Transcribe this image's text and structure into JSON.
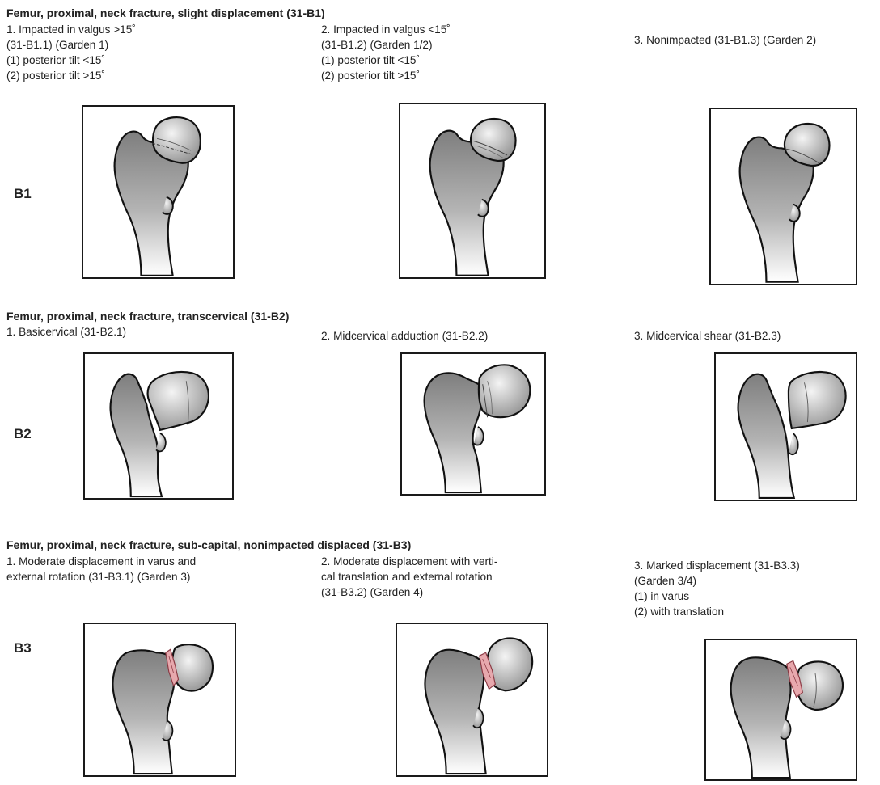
{
  "sections": [
    {
      "title": "Femur, proximal, neck fracture, slight displacement (31-B1)",
      "label": "B1",
      "items": [
        {
          "lines": [
            "1. Impacted in valgus >15˚",
            "(31-B1.1) (Garden 1)",
            "(1) posterior tilt <15˚",
            "(2) posterior tilt >15˚"
          ]
        },
        {
          "lines": [
            "2. Impacted in valgus <15˚",
            "(31-B1.2) (Garden 1/2)",
            "(1) posterior tilt <15˚",
            "(2) posterior tilt >15˚"
          ]
        },
        {
          "lines": [
            "3. Nonimpacted (31-B1.3) (Garden 2)"
          ]
        }
      ]
    },
    {
      "title": "Femur, proximal, neck fracture, transcervical (31-B2)",
      "label": "B2",
      "items": [
        {
          "lines": [
            "1. Basicervical (31-B2.1)"
          ]
        },
        {
          "lines": [
            "2. Midcervical adduction (31-B2.2)"
          ]
        },
        {
          "lines": [
            "3. Midcervical shear (31-B2.3)"
          ]
        }
      ]
    },
    {
      "title": "Femur, proximal, neck fracture, sub-capital, nonimpacted displaced (31-B3)",
      "label": "B3",
      "items": [
        {
          "lines": [
            "1. Moderate displacement in varus and",
            "external rotation (31-B3.1) (Garden 3)"
          ]
        },
        {
          "lines": [
            "2. Moderate displacement with verti-",
            "cal translation and external rotation",
            "(31-B3.2) (Garden 4)"
          ]
        },
        {
          "lines": [
            "3. Marked displacement (31-B3.3)",
            "(Garden 3/4)",
            "(1) in varus",
            "(2) with translation"
          ]
        }
      ]
    }
  ]
}
